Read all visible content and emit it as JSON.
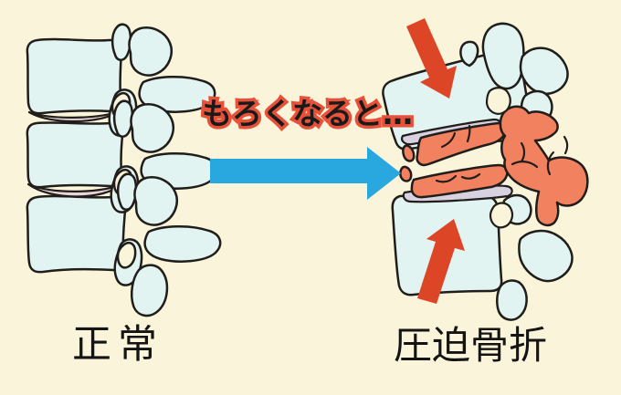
{
  "illustration": {
    "caption_text": "もろくなると…",
    "normal_label": "正常",
    "fracture_label": "圧迫骨折"
  },
  "colors": {
    "background": "#faf5da",
    "bone_fill": "#e1f4f2",
    "bone_outline": "#201d1a",
    "disc_normal": "#e8d4db",
    "disc_fractured": "#d8d1e0",
    "fractured_bone": "#f2815f",
    "force_arrow": "#dc4526",
    "transition_arrow": "#29a8e0",
    "caption_fill": "#1a1a1a",
    "caption_outline": "#e85139",
    "label_color": "#141414"
  },
  "icons": {
    "transition_arrow": "right-arrow",
    "force_top": "down-right-arrow",
    "force_bottom": "up-right-arrow"
  }
}
